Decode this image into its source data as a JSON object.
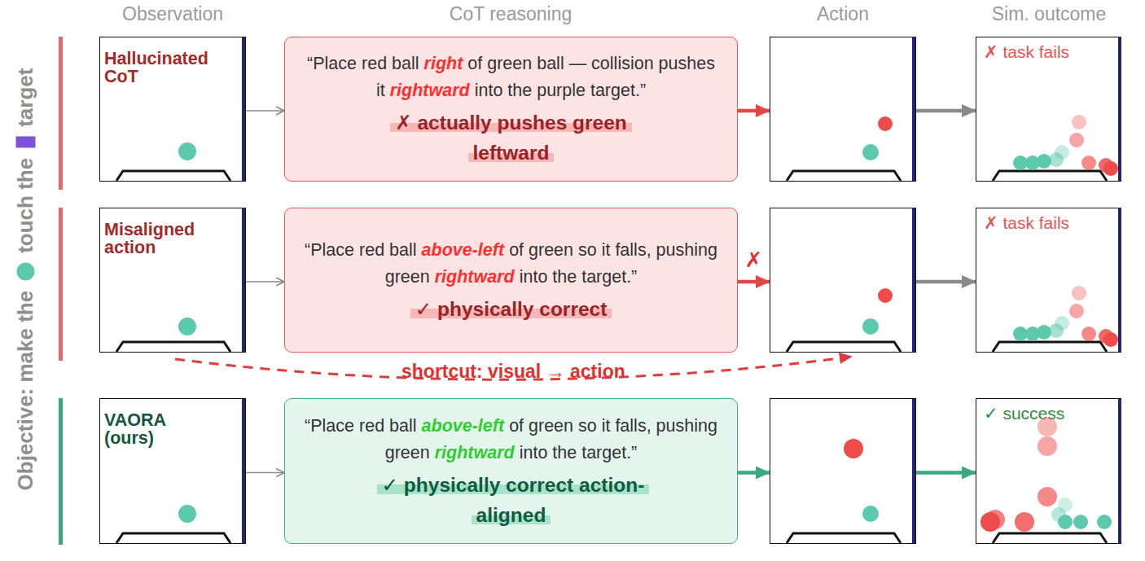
{
  "diagram": {
    "nodes": [
      {
        "text": [
          "Hallucinated CoT"
        ]
      },
      {
        "text": [
          "“Place red ball",
          "right",
          "of green ball — collision pushes it",
          "rightward",
          "into the purple target.”",
          "✗ actually pushes green leftward"
        ]
      },
      {
        "text": []
      },
      {
        "text": [
          "✗ task fails"
        ]
      },
      {
        "text": [
          "Misaligned action"
        ]
      },
      {
        "text": [
          "“Place red ball",
          "above-left",
          "of green so it falls, pushing green",
          "rightward",
          "into the target.”",
          "✓ physically correct"
        ]
      },
      {
        "text": []
      },
      {
        "text": [
          "✗ task fails"
        ]
      },
      {
        "text": [
          "VAORA (ours)"
        ]
      },
      {
        "text": [
          "“Place red ball",
          "above-left",
          "of green so it falls, pushing green",
          "rightward",
          "into the target.”",
          "✓ physically correct action-aligned"
        ]
      },
      {
        "text": []
      },
      {
        "text": [
          "✓ success"
        ]
      }
    ],
    "edges": [
      {
        "from": 0,
        "to": 1,
        "arrow": "to"
      },
      {
        "from": 1,
        "to": 2,
        "arrow": "to"
      },
      {
        "from": 2,
        "to": 3,
        "arrow": "to"
      },
      {
        "from": 4,
        "to": 5,
        "arrow": "to"
      },
      {
        "from": 5,
        "to": 6,
        "arrow": "to",
        "label": "✗"
      },
      {
        "from": 6,
        "to": 7,
        "arrow": "to"
      },
      {
        "from": 4,
        "to": 6,
        "arrow": "to",
        "label": "shortcut: visual → action"
      },
      {
        "from": 8,
        "to": 9,
        "arrow": "to"
      },
      {
        "from": 9,
        "to": 10,
        "arrow": "to"
      },
      {
        "from": 10,
        "to": 11,
        "arrow": "to"
      }
    ],
    "labels": [
      "Observation",
      "CoT reasoning",
      "Action",
      "Sim. outcome",
      "Objective: make the",
      "touch the",
      "target"
    ]
  }
}
